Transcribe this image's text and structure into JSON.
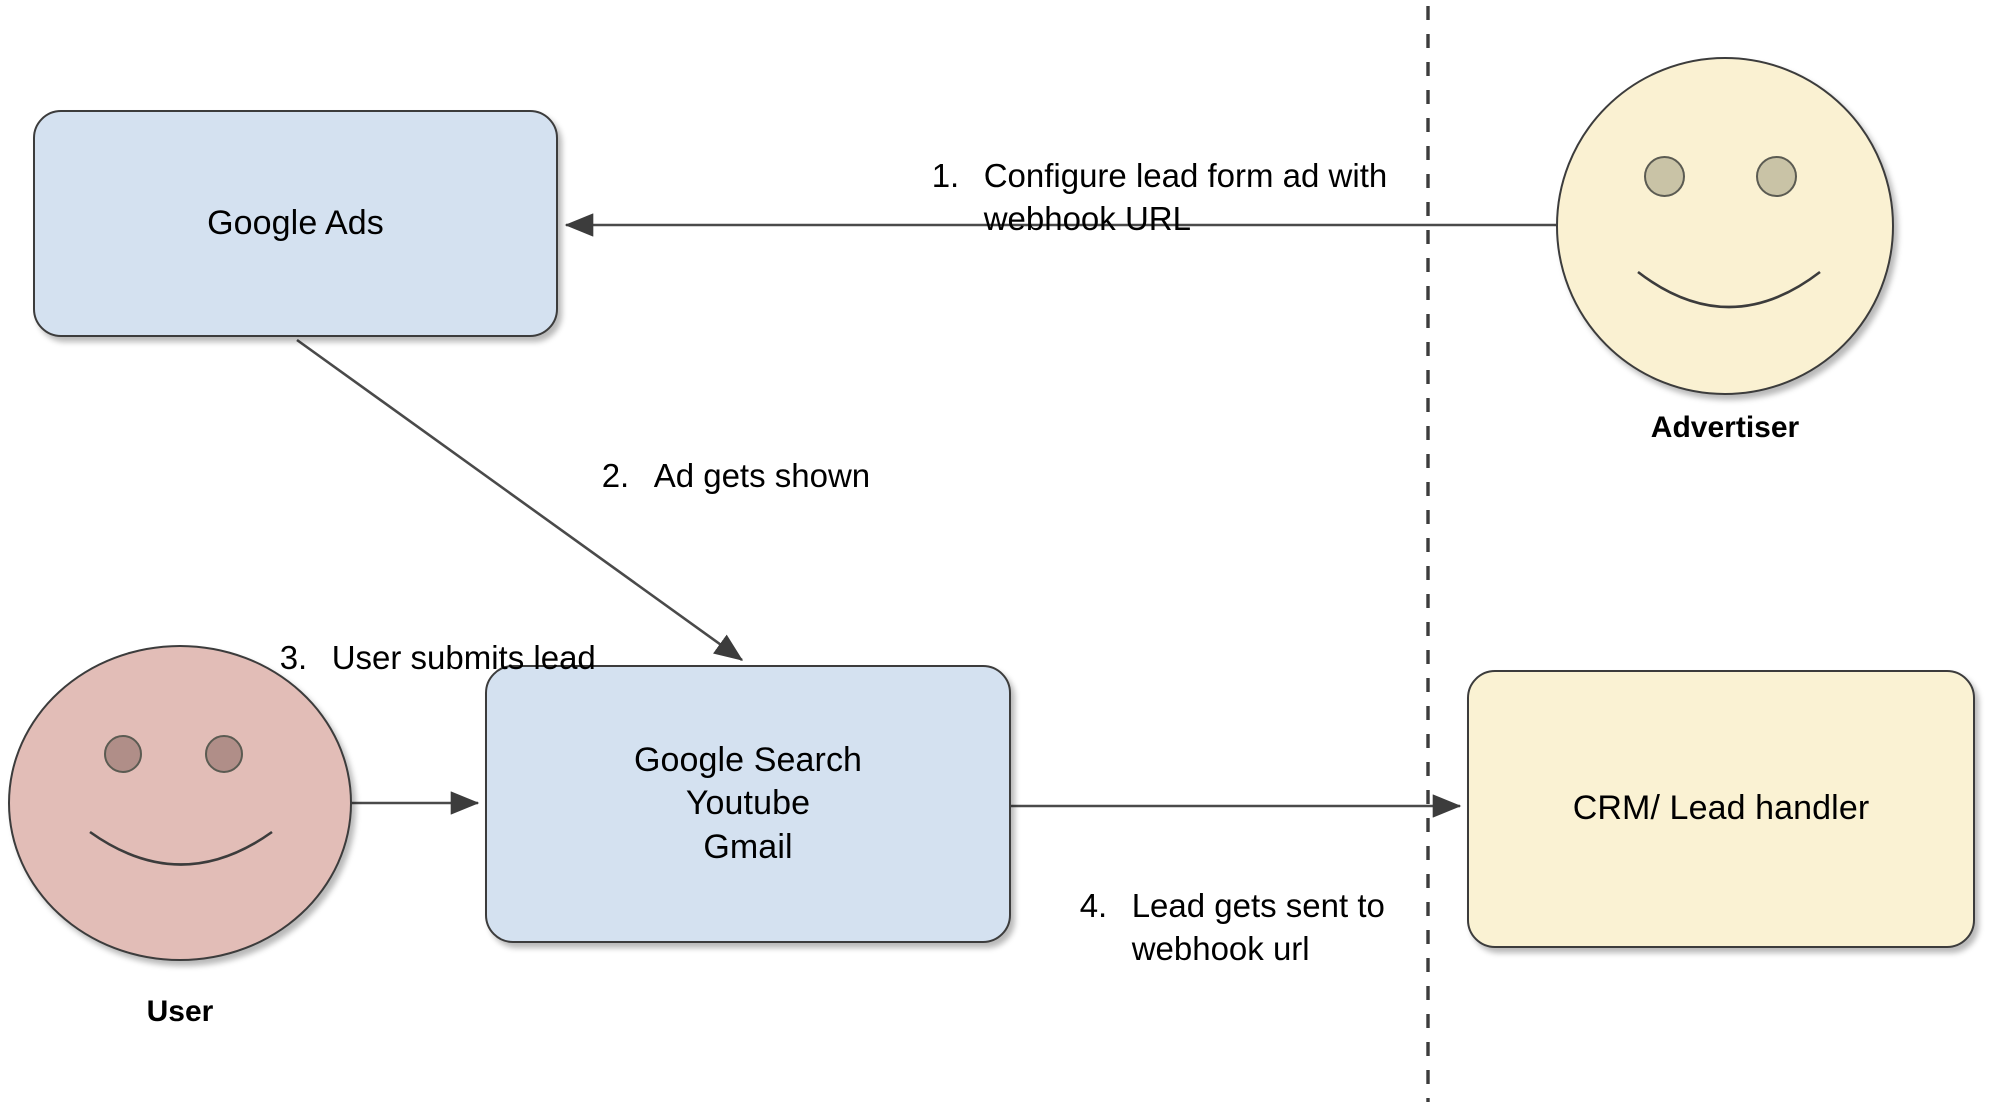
{
  "diagram": {
    "title": "Google Ads lead form webhook flow",
    "colors": {
      "box_blue": "#d4e1f0",
      "box_cream": "#faf2d3",
      "face_advertiser": "#faf1d2",
      "face_user": "#e2bdb7",
      "eye_advertiser": "#c9c3a6",
      "eye_user": "#b08e88",
      "stroke": "#3c3c3c",
      "background": "#ffffff"
    },
    "nodes": {
      "google_ads": {
        "label": "Google Ads",
        "shape": "rounded-rect",
        "fill": "blue"
      },
      "advertiser": {
        "label": "Advertiser",
        "shape": "smiley-face",
        "fill": "cream"
      },
      "platforms": {
        "shape": "rounded-rect",
        "fill": "blue",
        "lines": [
          "Google Search",
          "Youtube",
          "Gmail"
        ]
      },
      "user": {
        "label": "User",
        "shape": "smiley-face",
        "fill": "pink"
      },
      "crm": {
        "label": "CRM/ Lead handler",
        "shape": "rounded-rect",
        "fill": "cream"
      }
    },
    "edges": [
      {
        "number": "1.",
        "text_line1": "Configure lead form ad with",
        "text_line2": "webhook URL",
        "from": "advertiser",
        "to": "google_ads",
        "direction": "left"
      },
      {
        "number": "2.",
        "text_line1": "Ad gets shown",
        "text_line2": "",
        "from": "google_ads",
        "to": "platforms",
        "direction": "diagonal-down-right"
      },
      {
        "number": "3.",
        "text_line1": "User submits lead",
        "text_line2": "",
        "from": "user",
        "to": "platforms",
        "direction": "right"
      },
      {
        "number": "4.",
        "text_line1": "Lead gets sent to",
        "text_line2": "webhook url",
        "from": "platforms",
        "to": "crm",
        "direction": "right"
      }
    ],
    "divider": {
      "style": "dashed-vertical",
      "name": "boundary-divider"
    }
  }
}
